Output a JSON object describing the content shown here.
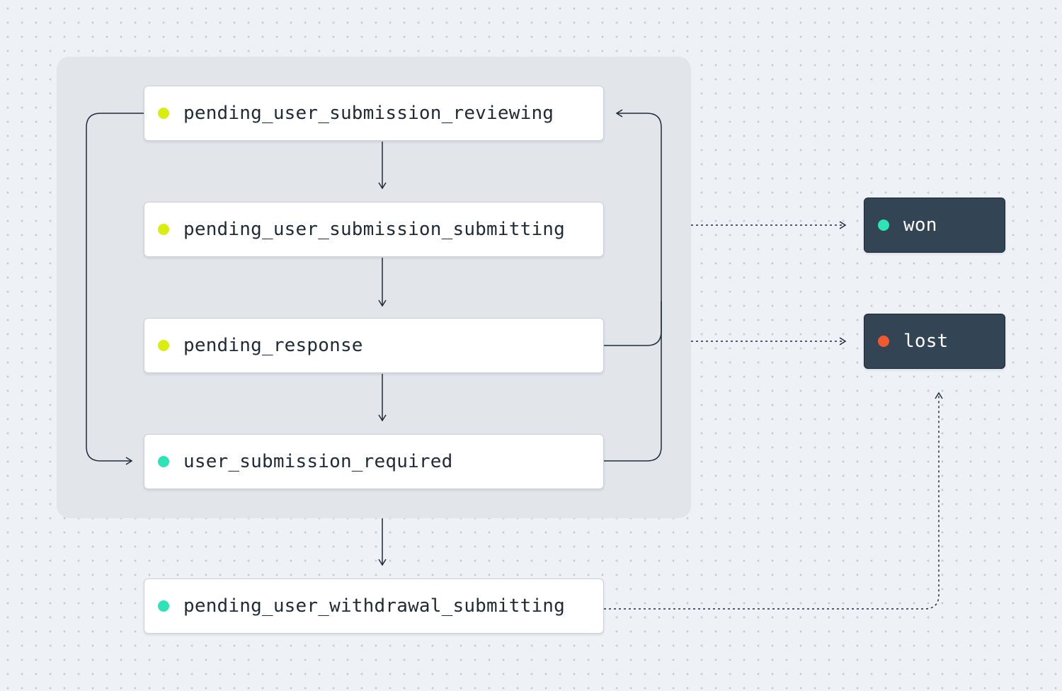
{
  "states": [
    {
      "id": "reviewing",
      "label": "pending_user_submission_reviewing",
      "status_color": "#d9ee10"
    },
    {
      "id": "submitting",
      "label": "pending_user_submission_submitting",
      "status_color": "#d9ee10"
    },
    {
      "id": "response",
      "label": "pending_response",
      "status_color": "#d9ee10"
    },
    {
      "id": "required",
      "label": "user_submission_required",
      "status_color": "#2ee3b8"
    },
    {
      "id": "withdrawal",
      "label": "pending_user_withdrawal_submitting",
      "status_color": "#2ee3b8"
    }
  ],
  "terminal_states": [
    {
      "id": "won",
      "label": "won",
      "status_color": "#2ee3b8"
    },
    {
      "id": "lost",
      "label": "lost",
      "status_color": "#f05a2d"
    }
  ],
  "colors": {
    "background": "#eef1f6",
    "group_fill": "#e2e6eb",
    "edge": "#1f2a37",
    "terminal_fill": "#334455"
  }
}
